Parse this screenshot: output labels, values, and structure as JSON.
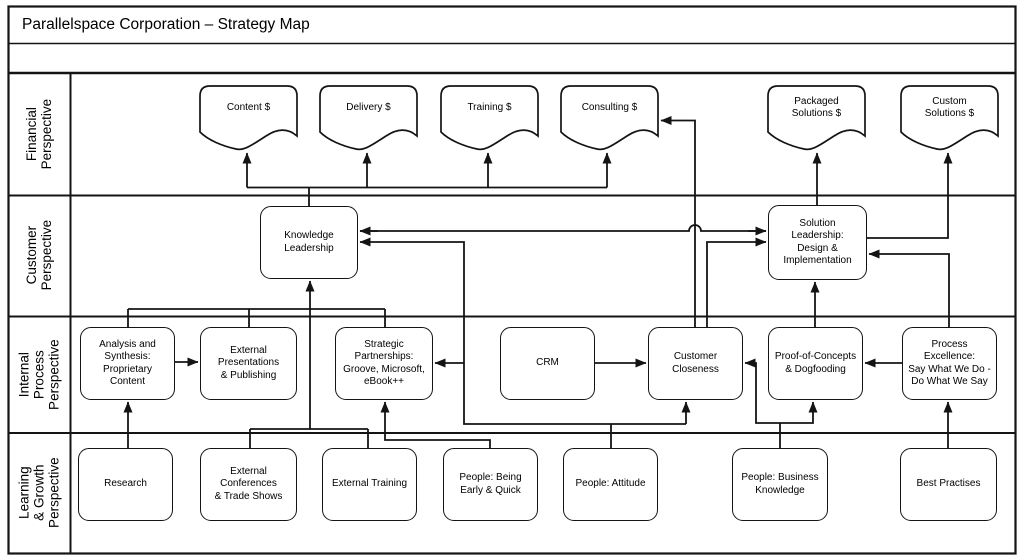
{
  "title": "Parallelspace Corporation – Strategy Map",
  "colors": {
    "stroke": "#141414",
    "background": "#ffffff"
  },
  "perspectives": [
    {
      "id": "financial",
      "label": "Financial\nPerspective"
    },
    {
      "id": "customer",
      "label": "Customer\nPerspective"
    },
    {
      "id": "internal",
      "label": "Internal\nProcess\nPerspective"
    },
    {
      "id": "learning",
      "label": "Learning\n& Growth\nPerspective"
    }
  ],
  "nodes": {
    "content_revenue": "Content $",
    "delivery_revenue": "Delivery $",
    "training_revenue": "Training $",
    "consulting_revenue": "Consulting $",
    "packaged_revenue": "Packaged\nSolutions $",
    "custom_revenue": "Custom\nSolutions $",
    "knowledge_leadership": "Knowledge\nLeadership",
    "solution_leadership": "Solution\nLeadership:\nDesign &\nImplementation",
    "analysis_synthesis": "Analysis and\nSynthesis:\nProprietary\nContent",
    "external_presentations": "External\nPresentations\n& Publishing",
    "strategic_partnerships": "Strategic\nPartnerships:\nGroove, Microsoft,\neBook++",
    "crm": "CRM",
    "customer_closeness": "Customer\nCloseness",
    "proof_of_concepts": "Proof-of-Concepts\n& Dogfooding",
    "process_excellence": "Process\nExcellence:\nSay What We Do -\nDo What We Say",
    "research": "Research",
    "external_conferences": "External\nConferences\n& Trade Shows",
    "external_training": "External Training",
    "people_early_quick": "People: Being\nEarly & Quick",
    "people_attitude": "People: Attitude",
    "people_business_knowledge": "People: Business\nKnowledge",
    "best_practises": "Best Practises"
  },
  "edges": [
    {
      "from": "knowledge_leadership",
      "to": "content_revenue"
    },
    {
      "from": "knowledge_leadership",
      "to": "delivery_revenue"
    },
    {
      "from": "knowledge_leadership",
      "to": "training_revenue"
    },
    {
      "from": "knowledge_leadership",
      "to": "consulting_revenue"
    },
    {
      "from": "customer_closeness",
      "to": "consulting_revenue"
    },
    {
      "from": "knowledge_leadership",
      "to": "solution_leadership",
      "bidirectional": true
    },
    {
      "from": "customer_closeness",
      "to": "solution_leadership"
    },
    {
      "from": "proof_of_concepts",
      "to": "solution_leadership"
    },
    {
      "from": "process_excellence",
      "to": "solution_leadership"
    },
    {
      "from": "solution_leadership",
      "to": "packaged_revenue"
    },
    {
      "from": "solution_leadership",
      "to": "custom_revenue"
    },
    {
      "from": "analysis_synthesis",
      "to": "external_presentations"
    },
    {
      "from": "analysis_synthesis",
      "to": "knowledge_leadership"
    },
    {
      "from": "external_presentations",
      "to": "knowledge_leadership"
    },
    {
      "from": "strategic_partnerships",
      "to": "knowledge_leadership"
    },
    {
      "from": "external_conferences",
      "to": "knowledge_leadership"
    },
    {
      "from": "external_training",
      "to": "knowledge_leadership"
    },
    {
      "from": "crm",
      "to": "customer_closeness"
    },
    {
      "from": "people_attitude",
      "to": "knowledge_leadership"
    },
    {
      "from": "people_attitude",
      "to": "customer_closeness"
    },
    {
      "from": "people_attitude",
      "to": "strategic_partnerships"
    },
    {
      "from": "people_business_knowledge",
      "to": "customer_closeness"
    },
    {
      "from": "people_business_knowledge",
      "to": "proof_of_concepts"
    },
    {
      "from": "process_excellence",
      "to": "proof_of_concepts"
    },
    {
      "from": "research",
      "to": "analysis_synthesis"
    },
    {
      "from": "people_early_quick",
      "to": "strategic_partnerships"
    },
    {
      "from": "best_practises",
      "to": "process_excellence"
    }
  ]
}
